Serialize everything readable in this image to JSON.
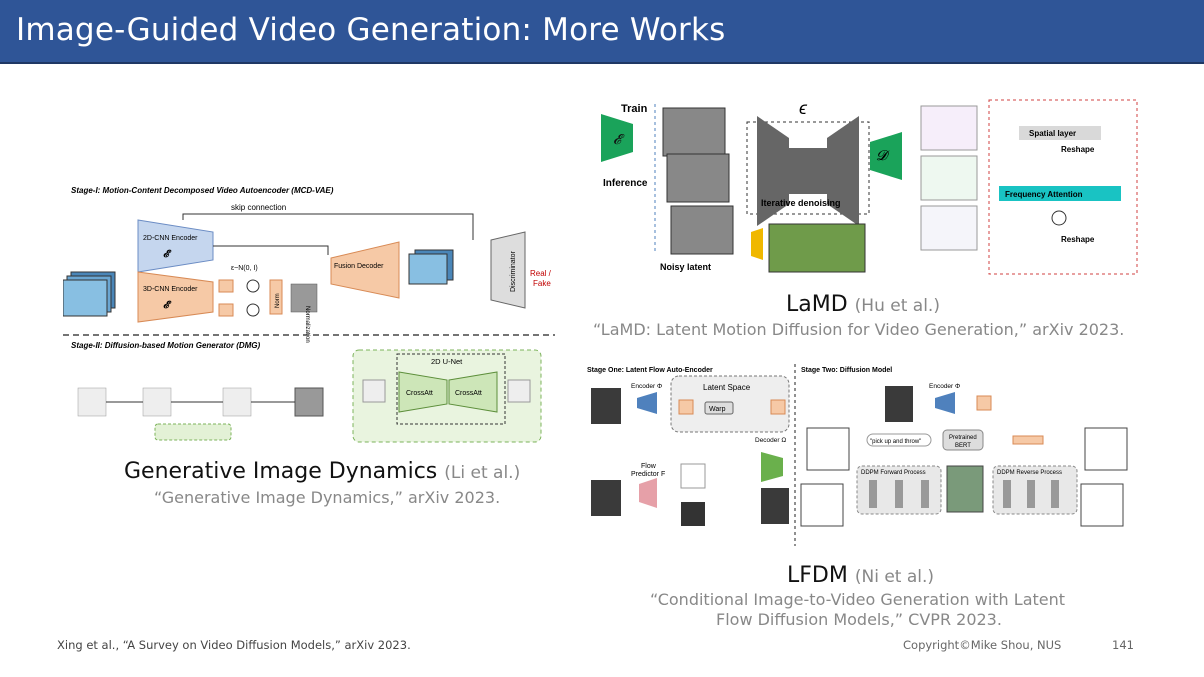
{
  "slide": {
    "title": "Image-Guided Video Generation: More Works",
    "page_number": "141",
    "copyright": "Copyright©Mike Shou, NUS",
    "footnote": "Xing et al., “A Survey on Video Diffusion Models,” arXiv 2023."
  },
  "works": [
    {
      "name": "Generative Image Dynamics",
      "authors": "(Li et al.)",
      "citation": "“Generative Image Dynamics,” arXiv 2023."
    },
    {
      "name": "LaMD",
      "authors": "(Hu et al.)",
      "citation": "“LaMD: Latent Motion Diffusion for Video Generation,” arXiv 2023."
    },
    {
      "name": "LFDM",
      "authors": "(Ni et al.)",
      "citation_line1": "“Conditional Image-to-Video Generation with Latent",
      "citation_line2": "Flow Diffusion Models,” CVPR 2023."
    }
  ],
  "gid_figure": {
    "stage1": "Stage-I: Motion-Content Decomposed Video Autoencoder (MCD-VAE)",
    "skip": "skip connection",
    "enc_i": "2D-CNN Encoder",
    "enc_m": "3D-CNN Encoder",
    "fusion": "Fusion Decoder",
    "disc": "Discriminator",
    "realfake1": "Real /",
    "realfake2": "Fake",
    "norm": "Norm",
    "normalization": "Normalization",
    "stage2": "Stage-II: Diffusion-based Motion Generator (DMG)",
    "unet": "2D U-Net",
    "crossatt": "CrossAtt",
    "eps": "ε~N(0, I)"
  },
  "lamd_figure": {
    "train": "Train",
    "inference": "Inference",
    "iterative": "Iterative denoising",
    "noisy": "Noisy latent",
    "spatial": "Spatial layer",
    "reshape": "Reshape",
    "freq": "Frequency Attention"
  },
  "lfdm_figure": {
    "stage1": "Stage One: Latent Flow Auto-Encoder",
    "stage2": "Stage Two: Diffusion Model",
    "encoder": "Encoder Φ",
    "latent_space": "Latent Space",
    "warp": "Warp",
    "flow_pred1": "Flow",
    "flow_pred2": "Predictor F",
    "decoder": "Decoder Ω",
    "quote": "\"pick up and throw\"",
    "bert1": "Pretrained",
    "bert2": "BERT",
    "fwd": "DDPM Forward Process",
    "rev": "DDPM Reverse Process"
  },
  "colors": {
    "title_bar": "#2f5597",
    "green": "#1aa35a",
    "teal": "#19c3c3",
    "blue_enc": "#c5d6ee",
    "orange_enc": "#f6c9a6"
  }
}
